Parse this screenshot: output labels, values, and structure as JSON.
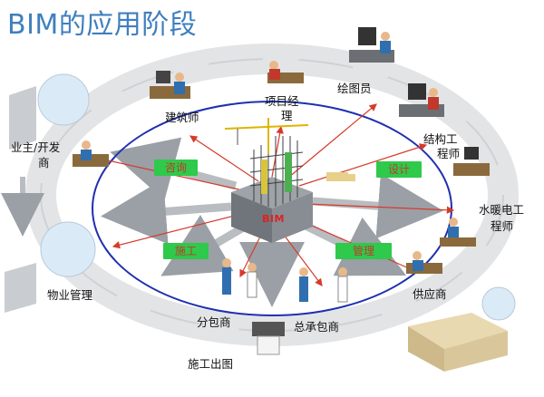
{
  "title": "BIM的应用阶段",
  "center": {
    "label": "BIM"
  },
  "roles": {
    "architect": "建筑师",
    "pm_line1": "项目经",
    "pm_line2": "理",
    "drafter": "绘图员",
    "struct_line1": "结构工",
    "struct_line2": "程师",
    "mep_line1": "水暖电工",
    "mep_line2": "程师",
    "supplier": "供应商",
    "gc": "总承包商",
    "sub": "分包商",
    "printer": "施工出图",
    "owner_line1": "业主/开发",
    "owner_line2": "商",
    "facility": "物业管理"
  },
  "phases": {
    "consult": "咨询",
    "design": "设计",
    "construct": "施工",
    "manage": "管理"
  },
  "colors": {
    "title": "#3f7fbf",
    "ellipse": "#1f2fb0",
    "tag_bg": "#2fc94b",
    "tag_text": "#c0392b",
    "arrow_red": "#d63a2a"
  }
}
